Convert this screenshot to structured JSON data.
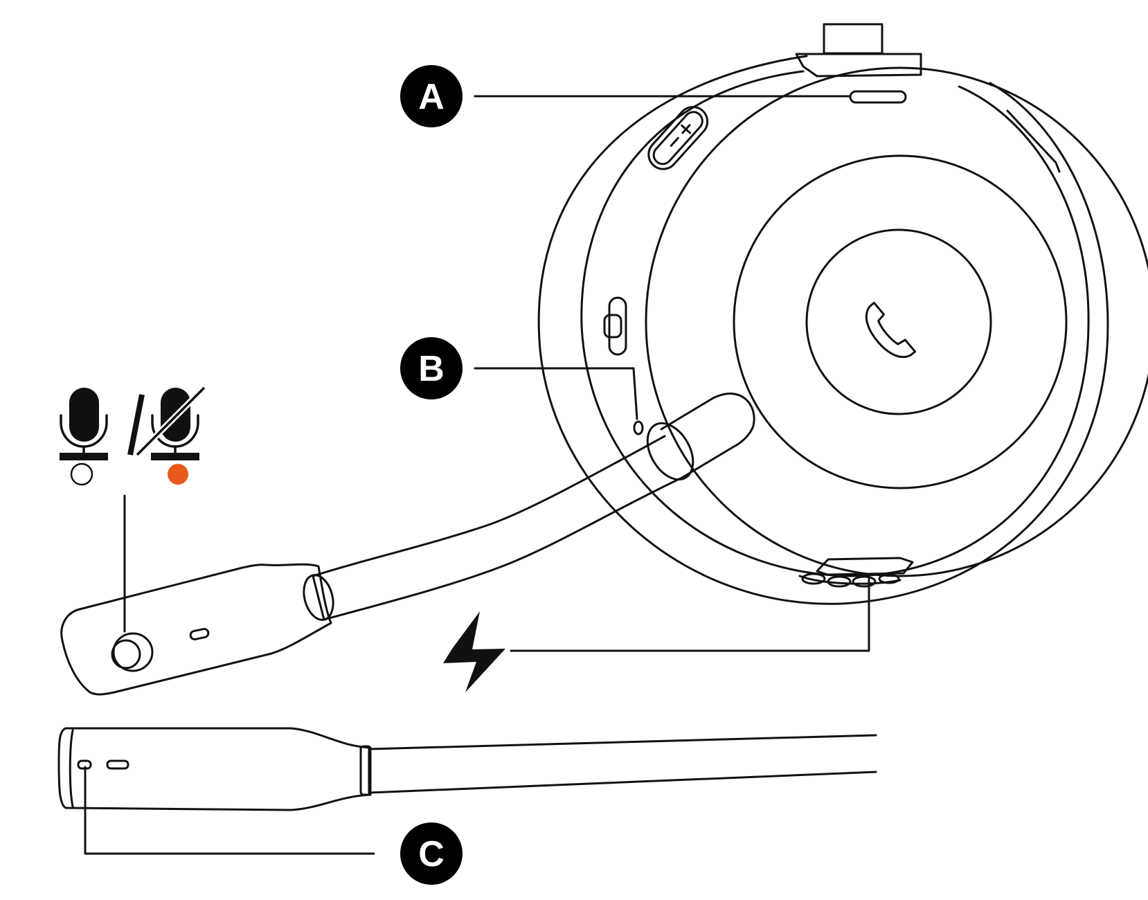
{
  "callouts": {
    "a": {
      "label": "A"
    },
    "b": {
      "label": "B"
    },
    "c": {
      "label": "C"
    }
  },
  "icons": {
    "mic_unmuted": "microphone-icon",
    "mic_muted": "microphone-muted-icon",
    "charging": "lightning-bolt-icon",
    "call": "phone-icon"
  },
  "colors": {
    "line": "#111111",
    "mute_indicator": "#e85a1b",
    "unmute_indicator": "#ffffff",
    "callout_fill": "#000000",
    "callout_text": "#ffffff"
  }
}
